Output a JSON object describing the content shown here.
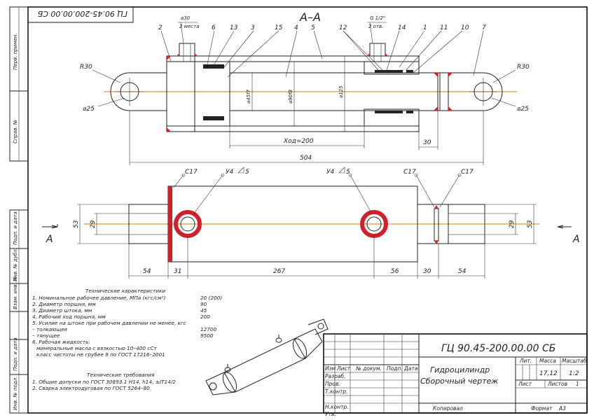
{
  "drawing": {
    "code_main": "ГЦ 90.45-200.00.00 СБ",
    "code_rotated": "ГЦ 90.45-200.00.00 СБ",
    "section_label": "А–А",
    "section_marker": "А",
    "title_line1": "Гидроцилиндр",
    "title_line2": "Сборочный чертеж"
  },
  "section_view": {
    "callouts": [
      "2",
      "6",
      "13",
      "3",
      "15",
      "4",
      "5",
      "12",
      "14",
      "1",
      "11",
      "10",
      "7"
    ],
    "port_left": "⌀30",
    "port_left_note": "2 места",
    "port_right": "G 1/2\"",
    "port_right_note": "2 отв.",
    "r_left": "R30",
    "r_right": "R30",
    "d_left": "⌀25",
    "d_right": "⌀25",
    "d_rod": "⌀45f7",
    "d_piston": "⌀90f8",
    "d_tube": "⌀125",
    "stroke": "Ход=200",
    "dim_30": "30",
    "dim_504": "504"
  },
  "plan_view": {
    "weld_left": "С17",
    "weld_right1": "С17",
    "weld_right2": "С17",
    "weld_u1": "У4",
    "weld_u1_size": "5",
    "weld_u2": "У4",
    "weld_u2_size": "5",
    "h53_left": "53",
    "h29_left": "29",
    "h29_right": "29",
    "h53_right": "53",
    "dims": [
      "54",
      "31",
      "267",
      "56",
      "30",
      "54"
    ]
  },
  "tech_specs": {
    "heading": "Технические характеристики",
    "rows": [
      {
        "label": "1. Номинальное рабочее давление, МПа (кгс/см²)",
        "value": "20 (200)"
      },
      {
        "label": "2. Диаметр поршня, мм",
        "value": "90"
      },
      {
        "label": "3. Диаметр штока, мм",
        "value": "45"
      },
      {
        "label": "4. Рабочий ход поршня, мм",
        "value": "200"
      },
      {
        "label": "5. Усилие на штоке при рабочем давлении не менее, кгс",
        "value": ""
      },
      {
        "label": "  – толкающее",
        "value": "12700"
      },
      {
        "label": "  – тянущее",
        "value": "9500"
      },
      {
        "label": "6. Рабочая жидкость:",
        "value": ""
      },
      {
        "label": "минеральные масла с вязкостью 10–400 сСт",
        "value": ""
      },
      {
        "label": "класс чистоты не грубее 9 по ГОСТ 17216–2001",
        "value": ""
      }
    ]
  },
  "tech_requirements": {
    "heading": "Технические требования",
    "rows": [
      "1. Общие допуски по ГОСТ 30893.1 H14, h14, ±IT14/2",
      "2. Сварка электродуговая по ГОСТ 5264–80"
    ]
  },
  "left_strip": {
    "labels": [
      "Перв. примен.",
      "Справ. №",
      "Подп. и дата",
      "Инв. № дубл.",
      "Взам. инв. №",
      "Подп. и дата",
      "Инв. № подл."
    ]
  },
  "title_block": {
    "col_headers": [
      "Изм",
      "Лист",
      "№ докум.",
      "Подп.",
      "Дата"
    ],
    "row_labels": [
      "Разраб.",
      "Пров.",
      "Т.контр.",
      "",
      "Н.контр.",
      "Утв."
    ],
    "lit_label": "Лит.",
    "mass_label": "Масса",
    "scale_label": "Масштаб",
    "mass_value": "17,12",
    "scale_value": "1:2",
    "sheet_label": "Лист",
    "sheets_label": "Листов",
    "sheets_value": "1",
    "copied_label": "Копировал",
    "format_label": "Формат",
    "format_value": "А3"
  }
}
